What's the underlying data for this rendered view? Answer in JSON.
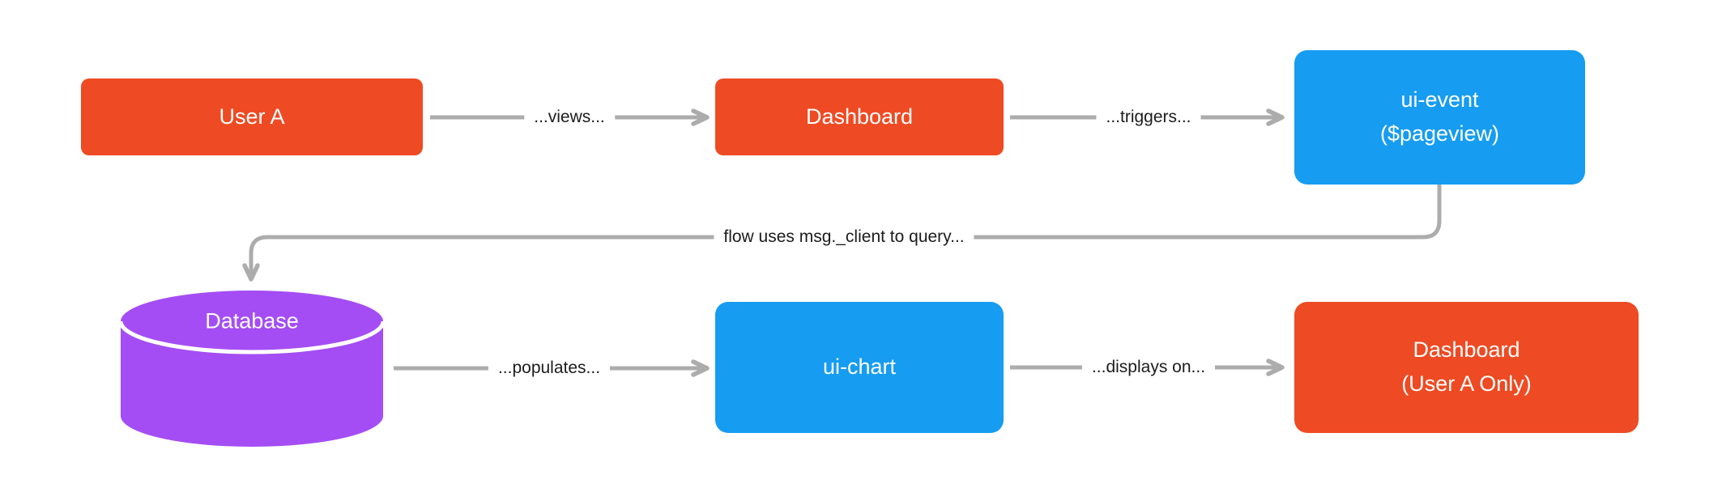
{
  "diagram": {
    "colors": {
      "node_orange": "#EE4A23",
      "node_blue": "#169CF1",
      "node_purple": "#A44DF4",
      "arrow": "#ACACAC",
      "edge_label_text": "#1C1C1E",
      "node_text": "#FFFFFF"
    },
    "nodes": {
      "user_a": {
        "label": "User A",
        "shape": "rect",
        "color": "orange"
      },
      "dashboard": {
        "label": "Dashboard",
        "shape": "rect",
        "color": "orange"
      },
      "ui_event": {
        "line1": "ui-event",
        "line2": "($pageview)",
        "shape": "rect",
        "color": "blue"
      },
      "database": {
        "label": "Database",
        "shape": "cylinder",
        "color": "purple"
      },
      "ui_chart": {
        "label": "ui-chart",
        "shape": "rect",
        "color": "blue"
      },
      "dashboard_user_a_only": {
        "line1": "Dashboard",
        "line2": "(User A Only)",
        "shape": "rect",
        "color": "orange"
      }
    },
    "edges": [
      {
        "from": "user_a",
        "to": "dashboard",
        "label": "...views..."
      },
      {
        "from": "dashboard",
        "to": "ui_event",
        "label": "...triggers..."
      },
      {
        "from": "ui_event",
        "to": "database",
        "label": "flow uses msg._client to query..."
      },
      {
        "from": "database",
        "to": "ui_chart",
        "label": "...populates..."
      },
      {
        "from": "ui_chart",
        "to": "dashboard_user_a_only",
        "label": "...displays on..."
      }
    ]
  }
}
